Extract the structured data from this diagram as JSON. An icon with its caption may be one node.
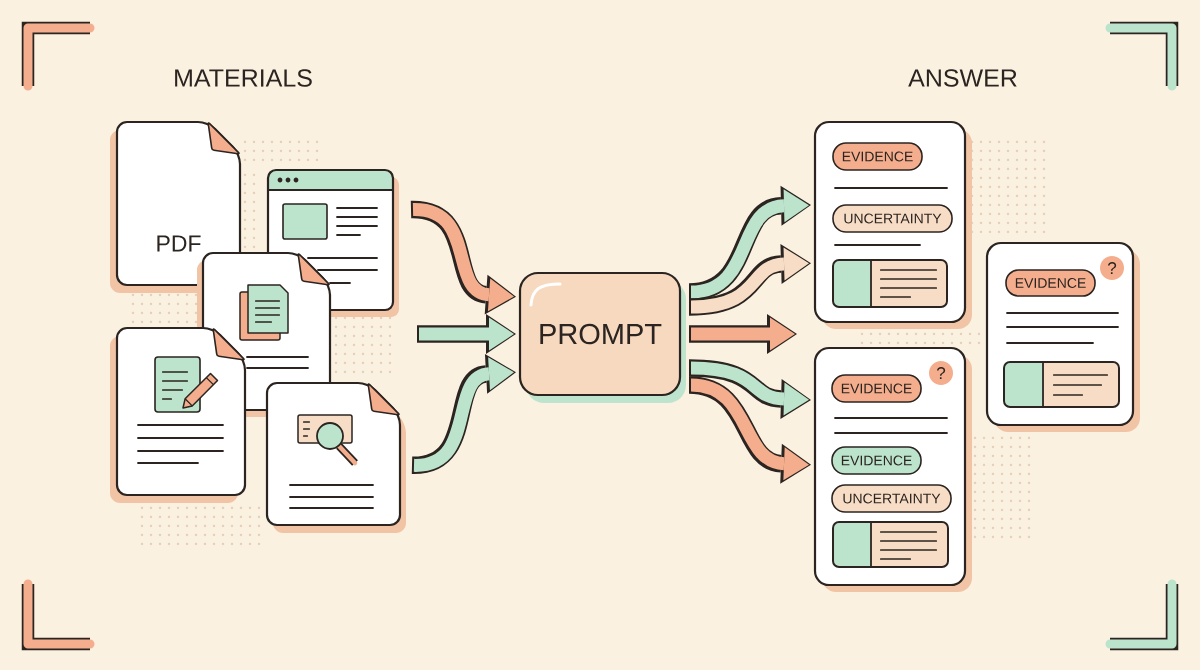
{
  "diagram": {
    "nodes": [
      {
        "text": [
          "PDF"
        ]
      },
      {
        "text": [],
        "shape": "window"
      },
      {
        "text": [],
        "shape": "document"
      },
      {
        "text": [],
        "shape": "document"
      },
      {
        "text": [],
        "shape": "document"
      },
      {
        "text": [
          "PROMPT"
        ]
      },
      {
        "text": [],
        "shape": "box"
      },
      {
        "text": [
          "EVIDENCE"
        ],
        "in": 6
      },
      {
        "text": [
          "UNCERTAINTY"
        ],
        "in": 6
      },
      {
        "text": [],
        "shape": "box"
      },
      {
        "text": [
          "EVIDENCE"
        ],
        "in": 9
      },
      {
        "text": [
          "?"
        ],
        "in": 9
      },
      {
        "text": [],
        "shape": "box"
      },
      {
        "text": [
          "EVIDENCE"
        ],
        "in": 12
      },
      {
        "text": [
          "?"
        ],
        "in": 12
      },
      {
        "text": [
          "EVIDENCE"
        ],
        "in": 12
      },
      {
        "text": [
          "UNCERTAINTY"
        ],
        "in": 12
      }
    ],
    "edges": [
      {
        "from": 1,
        "to": 5,
        "arrow": "to",
        "color": "#f4ae8d"
      },
      {
        "from": null,
        "to": 5,
        "arrow": "to"
      },
      {
        "from": 4,
        "to": 5,
        "arrow": "to"
      },
      {
        "from": 5,
        "to": 6,
        "arrow": "to"
      },
      {
        "from": 5,
        "to": 6,
        "arrow": "to",
        "color": "#f8ddc6"
      },
      {
        "from": 5,
        "to": null,
        "arrow": "to",
        "color": "#f4ae8d"
      },
      {
        "from": 5,
        "to": 12,
        "arrow": "to"
      },
      {
        "from": 5,
        "to": 12,
        "arrow": "to",
        "color": "#f4ae8d"
      }
    ],
    "labels": [
      "MATERIALS",
      "ANSWER"
    ]
  }
}
